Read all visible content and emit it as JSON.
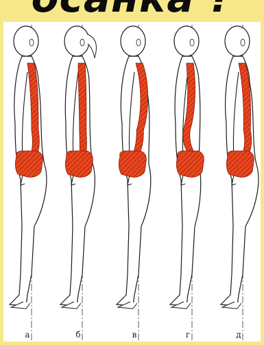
{
  "banner": {
    "text": "осанка ?"
  },
  "figures": [
    {
      "label": "а",
      "posture": "normal"
    },
    {
      "label": "б",
      "posture": "flat-back"
    },
    {
      "label": "в",
      "posture": "round-back"
    },
    {
      "label": "г",
      "posture": "swayback"
    },
    {
      "label": "д",
      "posture": "scoliosis"
    }
  ],
  "colors": {
    "background": "#f6e88a",
    "spine_fill": "#e23b1c",
    "spine_hatch": "#9a1a08",
    "outline": "#1a1a1a"
  }
}
